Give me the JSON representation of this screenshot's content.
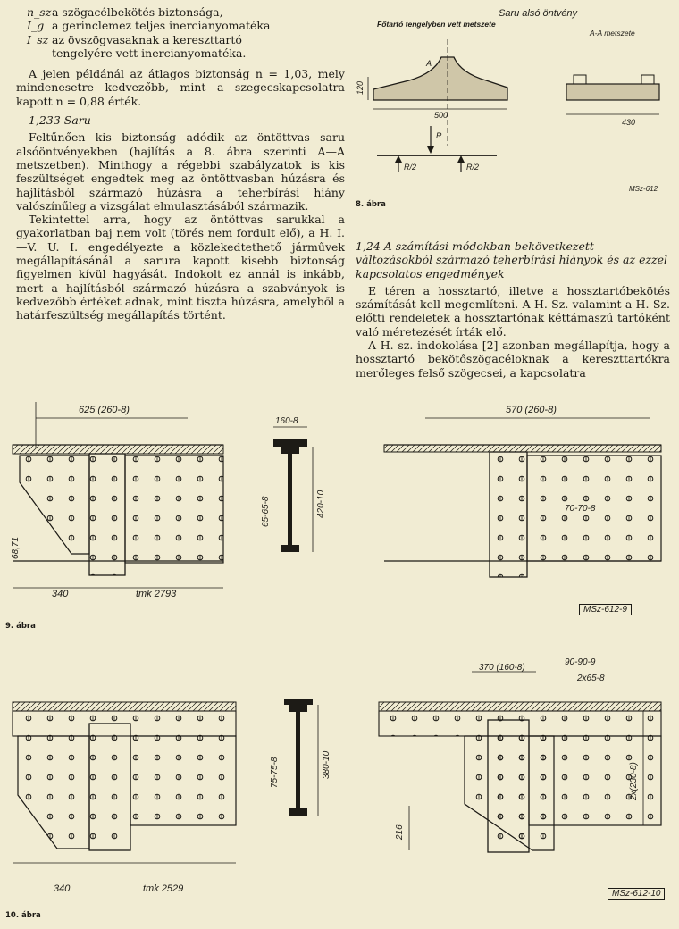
{
  "left_column": {
    "legend": [
      {
        "symbol": "n_sz",
        "text": "a szögacélbekötés biztonsága,"
      },
      {
        "symbol": "I_g",
        "text": "a gerinclemez teljes inercianyomatéka"
      },
      {
        "symbol": "I_sz",
        "text": "az övszögvasaknak a kereszttartó"
      },
      {
        "symbol": "",
        "text": "tengelyére vett inercianyomatéka."
      }
    ],
    "para_example": "A jelen példánál az átlagos biztonság n = 1,03, mely mindenesetre kedvezőbb, mint a szegecskapcsolatra kapott n = 0,88 érték.",
    "heading_saru": "1,233 Saru",
    "para_saru_1": "Feltűnően kis biztonság adódik az öntöttvas saru alsóöntvényekben (hajlítás a 8. ábra szerinti A—A metszetben). Minthogy a régebbi szabályzatok is kis feszültséget engedtek meg az öntöttvasban húzásra és hajlításból származó húzásra a teherbírási hiány valószínűleg a vizsgálat elmulasztásából származik.",
    "para_saru_2": "Tekintettel arra, hogy az öntöttvas sarukkal a gyakorlatban baj nem volt (törés nem fordult elő), a H. I.—V. U. I. engedélyezte a közlekedtethető járművek megállapításánál a sarura kapott kisebb biztonság figyelmen kívül hagyását. Indokolt ez annál is inkább, mert a hajlításból származó húzásra a szabványok is kedvezőbb értéket adnak, mint tiszta húzásra, amelyből a határfeszültség megállapítás történt."
  },
  "right_column": {
    "heading_124": "1,24 A számítási módokban bekövetkezett változásokból származó teherbírási hiányok és az ezzel kapcsolatos engedmények",
    "para_124_1": "E téren a hossztartó, illetve a hossztartóbekötés számítását kell megemlíteni. A H. Sz. valamint a H. Sz. előtti rendeletek a hossztartónak kéttámaszú tartóként való méretezését írták elő.",
    "para_124_2": "A H. sz. indokolása [2] azonban megállapítja, hogy a hossztartó bekötőszögacéloknak a kereszttartókra merőleges felső szögecsei, a kapcsolatra"
  },
  "fig8": {
    "caption": "8. ábra",
    "title": "Saru alsó öntvény",
    "label_axis": "Főtartó tengelyben vett metszete",
    "label_section": "A-A metszete",
    "dim_height": "120",
    "dim_width": "500",
    "dim_section": "430",
    "force_R": "R",
    "reaction_left": "R/2",
    "reaction_right": "R/2",
    "mark_A": "A",
    "stamp": "MSz-612"
  },
  "fig9": {
    "caption": "9. ábra",
    "dim_top_left": "625 (260-8)",
    "dim_flange": "160-8",
    "dim_angle_left": "65-65-8",
    "dim_web": "420-10",
    "dim_top_right": "570 (260-8)",
    "dim_angle_right": "70-70-8",
    "dim_vertical": "68,71",
    "dim_bottom": "340",
    "dim_tmk": "tmk 2793",
    "stamp": "MSz-612-9"
  },
  "fig10": {
    "caption": "10. ábra",
    "dim_370": "370 (160-8)",
    "dim_angle_top": "90-90-9",
    "dim_plate": "2x65-8",
    "dim_angle_left": "75-75-8",
    "dim_web": "380-10",
    "dim_side": "2x(230-8)",
    "dim_216": "216",
    "dim_bottom": "340",
    "dim_tmk": "tmk 2529",
    "stamp": "MSz-612-10"
  }
}
